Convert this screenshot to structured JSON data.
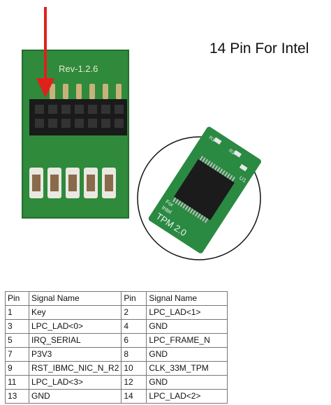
{
  "heading": "14 Pin For Intel",
  "board_left": {
    "revision_label": "Rev-1.2.6"
  },
  "board_right": {
    "label_for": "For",
    "label_intel": "Intel",
    "label_model": "TPM 2.0",
    "label_u1": "U1",
    "label_r1": "R1",
    "label_r2": "R2"
  },
  "colors": {
    "pcb_green": "#2f8a3c",
    "arrow_red": "#e0201b",
    "pin_gold": "#c9b27a"
  },
  "table": {
    "headers": [
      "Pin",
      "Signal Name",
      "Pin",
      "Signal Name"
    ],
    "rows": [
      [
        "1",
        "Key",
        "2",
        "LPC_LAD<1>"
      ],
      [
        "3",
        "LPC_LAD<0>",
        "4",
        "GND"
      ],
      [
        "5",
        "IRQ_SERIAL",
        "6",
        "LPC_FRAME_N"
      ],
      [
        "7",
        "P3V3",
        "8",
        "GND"
      ],
      [
        "9",
        "RST_IBMC_NIC_N_R2",
        "10",
        "CLK_33M_TPM"
      ],
      [
        "11",
        "LPC_LAD<3>",
        "12",
        "GND"
      ],
      [
        "13",
        "GND",
        "14",
        "LPC_LAD<2>"
      ]
    ]
  }
}
